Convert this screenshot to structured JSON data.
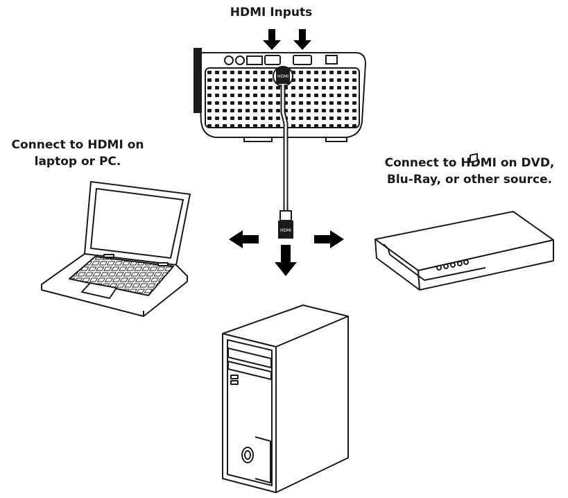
{
  "labels": {
    "hdmi_inputs": "HDMI Inputs",
    "laptop_line1": "Connect to HDMI on",
    "laptop_line2": "laptop or PC.",
    "dvd_line1": "Connect to HDMI on DVD,",
    "dvd_line2": "Blu-Ray, or other source."
  },
  "port_text": {
    "hdmi_plug_top": "HDMI",
    "hdmi_plug_bottom": "HDMI"
  },
  "colors": {
    "ink": "#1a1a1a",
    "fill": "#ffffff",
    "dark": "#000000"
  }
}
